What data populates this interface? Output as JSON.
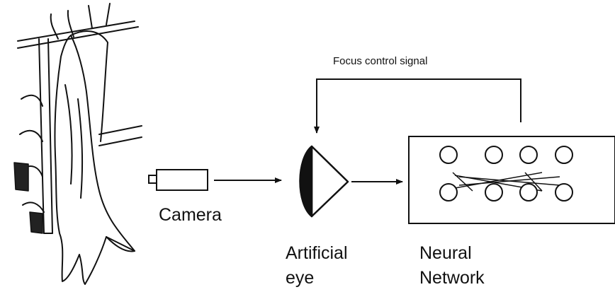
{
  "labels": {
    "feedback": "Focus control signal",
    "camera": "Camera",
    "eye_line1": "Artificial",
    "eye_line2": "eye",
    "network_line1": "Neural",
    "network_line2": "Network"
  },
  "network": {
    "top_nodes": 4,
    "bottom_nodes": 4
  },
  "colors": {
    "ink": "#111111",
    "background": "#ffffff"
  },
  "icons": {
    "carcass": "hanging-carcass-sketch",
    "camera": "camera-icon",
    "eye": "artificial-eye-icon"
  }
}
